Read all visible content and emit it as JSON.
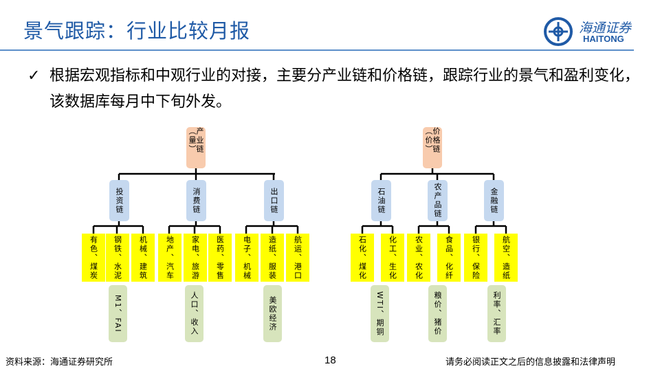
{
  "title": "景气跟踪：行业比较月报",
  "logo": {
    "cn": "海通证券",
    "en": "HAITONG"
  },
  "bullet": "根据宏观指标和中观行业的对接，主要分产业链和价格链，跟踪行业的景气和盈利变化，该数据库每月中下旬外发。",
  "left_tree": {
    "root": "产业链（量）",
    "mids": [
      "投资链",
      "消费链",
      "出口链"
    ],
    "leaves": [
      "有色、煤炭",
      "钢铁、水泥",
      "机械、建筑",
      "地产、汽车",
      "家电、旅游",
      "医药、零售",
      "电子、机械",
      "造纸、服装",
      "航运、港口"
    ],
    "indicators": [
      "M1、FAI",
      "人口、收入",
      "美欧经济"
    ]
  },
  "right_tree": {
    "root": "价格链（价）",
    "mids": [
      "石油链",
      "农产品链",
      "金融链"
    ],
    "leaves": [
      "石化、煤化",
      "化工、生化",
      "农业、农化",
      "食品、化纤",
      "银行、保险",
      "航空、造纸"
    ],
    "indicators": [
      "WTI、期铜",
      "粮价、猪价",
      "利率、汇率"
    ]
  },
  "footer": {
    "source": "资料来源：海通证券研究所",
    "page": "18",
    "disclaimer": "请务必阅读正文之后的信息披露和法律声明"
  }
}
